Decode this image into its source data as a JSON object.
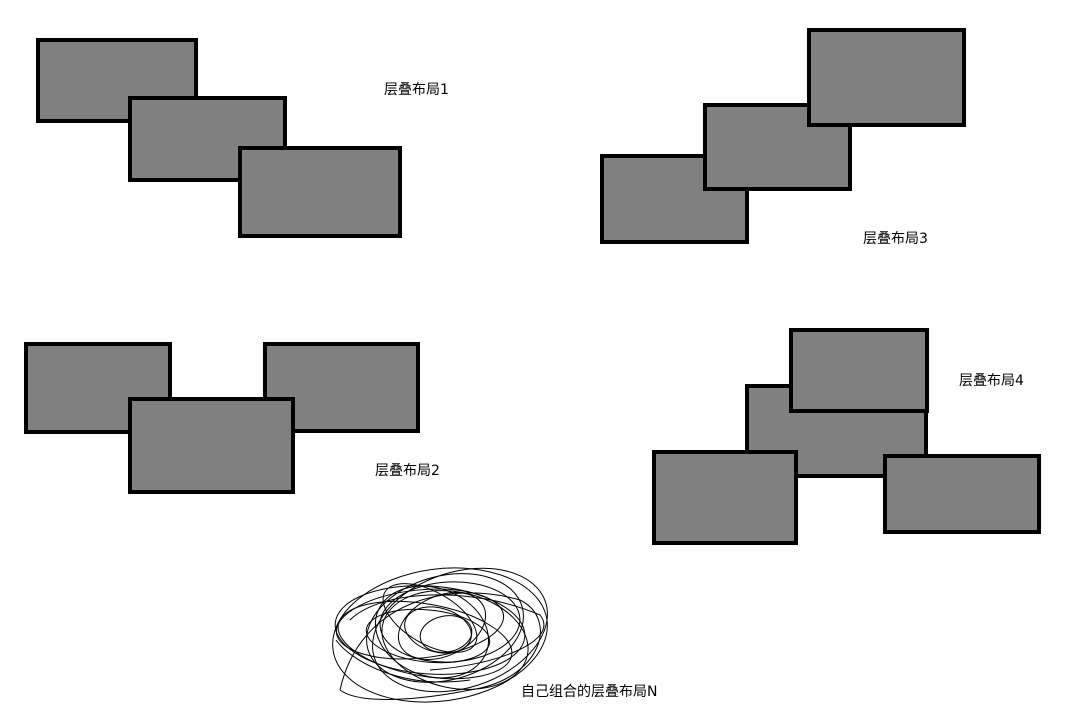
{
  "colors": {
    "background": "#ffffff",
    "box_fill": "#808080",
    "box_border": "#000000",
    "scribble_stroke": "#000000"
  },
  "labels": {
    "layout_1": "层叠布局1",
    "layout_2": "层叠布局2",
    "layout_3": "层叠布局3",
    "layout_4": "层叠布局4",
    "layout_n": "自己组合的层叠布局N"
  }
}
